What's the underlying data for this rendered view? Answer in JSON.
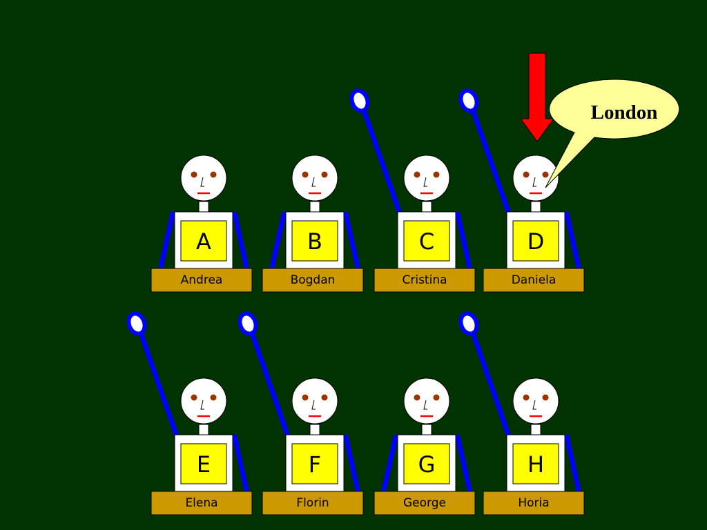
{
  "colors": {
    "background": "#003300",
    "head": "#FFFFFF",
    "eye": "#993300",
    "mouth": "#FF0000",
    "badge": "#FFFF00",
    "nameplate": "#CC9900",
    "arm": "#0000FF",
    "arrow": "#FF0000",
    "bubble": "#FFFF99"
  },
  "speech": {
    "text": "London",
    "speaker": "D"
  },
  "arrow": {
    "target": "D",
    "icon": "down-arrow-icon"
  },
  "students": [
    {
      "letter": "A",
      "name": "Andrea",
      "hand_raised": false
    },
    {
      "letter": "B",
      "name": "Bogdan",
      "hand_raised": false
    },
    {
      "letter": "C",
      "name": "Cristina",
      "hand_raised": true
    },
    {
      "letter": "D",
      "name": "Daniela",
      "hand_raised": true
    },
    {
      "letter": "E",
      "name": "Elena",
      "hand_raised": true
    },
    {
      "letter": "F",
      "name": "Florin",
      "hand_raised": true
    },
    {
      "letter": "G",
      "name": "George",
      "hand_raised": false
    },
    {
      "letter": "H",
      "name": "Horia",
      "hand_raised": true
    }
  ]
}
